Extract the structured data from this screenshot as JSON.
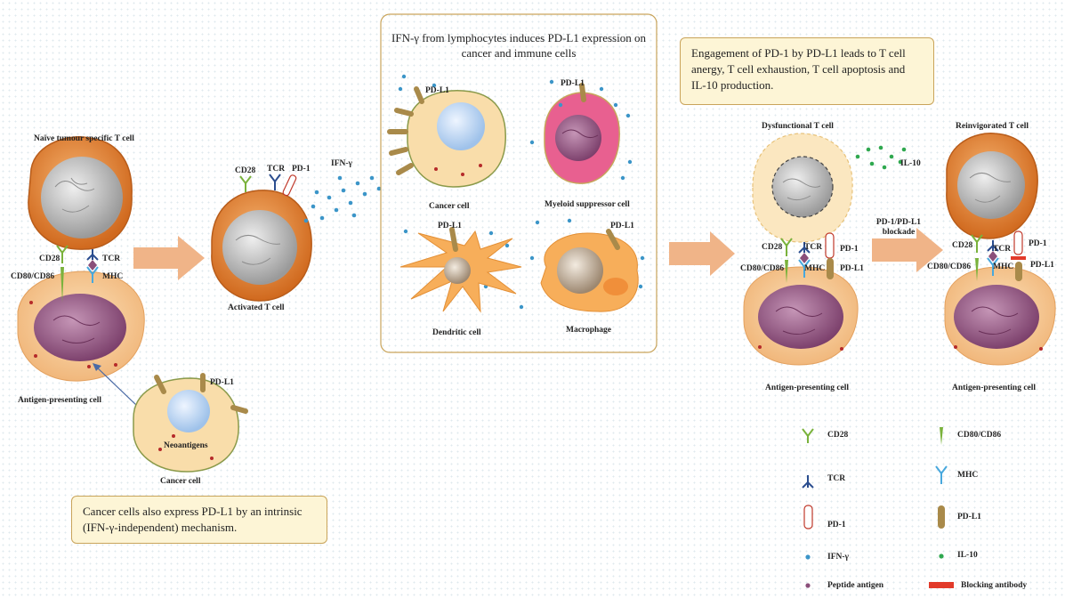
{
  "notes": {
    "panel_title": "IFN-γ from lymphocytes induces PD-L1 expression on cancer and immune cells",
    "engagement": "Engagement of PD-1 by PD-L1 leads to T cell anergy, T cell exhaustion, T cell apoptosis and IL-10 production.",
    "intrinsic": "Cancer cells also express PD-L1 by an intrinsic (IFN-γ-independent) mechanism."
  },
  "labels": {
    "naive_t_cell": "Naïve tumour specific T cell",
    "cd28": "CD28",
    "tcr": "TCR",
    "cd80_cd86": "CD80/CD86",
    "mhc": "MHC",
    "apc": "Antigen-presenting cell",
    "neoantigens": "Neoantigens",
    "pd_l1": "PD-L1",
    "cancer_cell": "Cancer cell",
    "pd_1": "PD-1",
    "activated_t_cell": "Activated T cell",
    "ifn_gamma": "IFN-γ",
    "myeloid_suppressor_cell": "Myeloid suppressor cell",
    "dendritic_cell": "Dendritic cell",
    "macrophage": "Macrophage",
    "dysfunctional_t_cell": "Dysfunctional T cell",
    "il_10": "IL-10",
    "blockade": "PD-1/PD-L1 blockade",
    "reinvigorated_t_cell": "Reinvigorated T cell"
  },
  "legend": [
    {
      "icon": "cd28",
      "label": "CD28"
    },
    {
      "icon": "cd80-cd86",
      "label": "CD80/CD86"
    },
    {
      "icon": "tcr",
      "label": "TCR"
    },
    {
      "icon": "mhc",
      "label": "MHC"
    },
    {
      "icon": "pd-1",
      "label": "PD-1"
    },
    {
      "icon": "pd-l1",
      "label": "PD-L1"
    },
    {
      "icon": "ifn-gamma",
      "label": "IFN-γ"
    },
    {
      "icon": "il-10",
      "label": "IL-10"
    },
    {
      "icon": "peptide-antigen",
      "label": "Peptide antigen"
    },
    {
      "icon": "blocking-antibody",
      "label": "Blocking antibody"
    }
  ],
  "colors": {
    "t_cell": "#d97a2e",
    "apc": "#f6c48a",
    "nucleus_purple": "#8a4f7a",
    "cancer_cell": "#f9ddaa",
    "cancer_nucleus": "#b9d3f1",
    "myeloid": "#e86090",
    "pd_l1": "#a98a4a",
    "cd28": "#7ab23c",
    "tcr": "#2a4d8f",
    "mhc": "#48a8dd",
    "ifn": "#3b95c8",
    "il10": "#2fa84f",
    "arrow": "#f0b488",
    "blocking": "#e23a2a"
  }
}
